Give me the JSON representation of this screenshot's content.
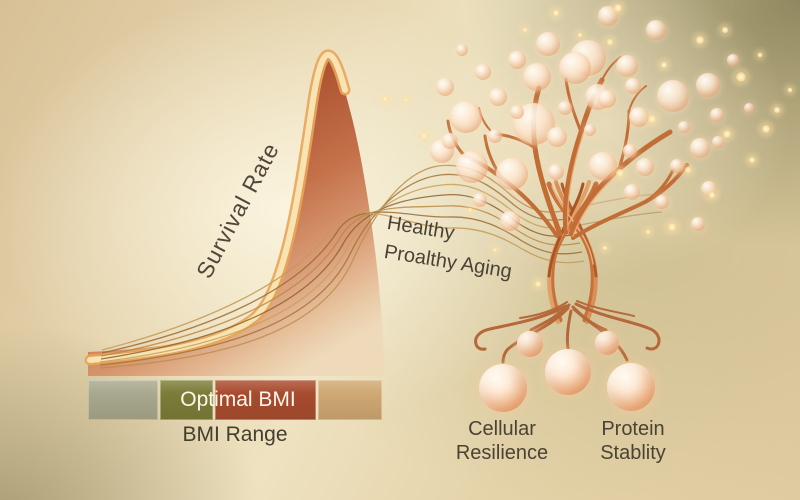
{
  "labels": {
    "survival_rate": "Survival Rate",
    "healthy": "Healthy",
    "proalthy_aging": "Proalthy Aging",
    "optimal_bmi": "Optimal BMI",
    "bmi_range": "BMI Range",
    "cellular_line1": "Cellular",
    "cellular_line2": "Resilience",
    "protein_line1": "Protein",
    "protein_line2": "Stablity"
  },
  "colors": {
    "curve_rust": "#9c4425",
    "curve_fade": "#eed8b8",
    "rim_cream": "#f8e4b2",
    "rim_orange": "#e9a458",
    "flow_gold": "#b98c4a",
    "branch_orange": "#c26d36",
    "optimal_text": "#fdf7ec",
    "label_dark": "#4a4335",
    "background_olive": "#8f8a5e",
    "background_cream": "#f2e8ca"
  },
  "bar_segments": [
    {
      "name": "segment-sage",
      "color": "#a8a88e",
      "width": 70
    },
    {
      "name": "segment-olive",
      "color": "#7a7c38",
      "width": 53
    },
    {
      "name": "segment-rust",
      "color": "#a84a2e",
      "width": 101
    },
    {
      "name": "segment-tan",
      "color": "#cfa873",
      "width": 64
    }
  ],
  "tree": {
    "bubbles": [
      [
        548,
        44,
        12
      ],
      [
        588,
        58,
        18
      ],
      [
        627,
        66,
        11
      ],
      [
        656,
        30,
        10
      ],
      [
        608,
        16,
        10
      ],
      [
        537,
        77,
        14
      ],
      [
        575,
        68,
        16
      ],
      [
        598,
        97,
        13
      ],
      [
        517,
        60,
        9
      ],
      [
        498,
        97,
        9
      ],
      [
        483,
        72,
        8
      ],
      [
        445,
        87,
        9
      ],
      [
        466,
        117,
        16
      ],
      [
        442,
        151,
        12
      ],
      [
        472,
        167,
        16
      ],
      [
        512,
        174,
        16
      ],
      [
        534,
        124,
        21
      ],
      [
        557,
        137,
        10
      ],
      [
        603,
        166,
        14
      ],
      [
        633,
        86,
        8
      ],
      [
        673,
        96,
        16
      ],
      [
        708,
        85,
        12
      ],
      [
        717,
        115,
        7
      ],
      [
        684,
        127,
        6
      ],
      [
        700,
        148,
        10
      ],
      [
        645,
        167,
        9
      ],
      [
        677,
        166,
        7
      ],
      [
        632,
        192,
        8
      ],
      [
        662,
        202,
        7
      ],
      [
        510,
        221,
        10
      ],
      [
        495,
        136,
        7
      ],
      [
        517,
        112,
        7
      ],
      [
        450,
        141,
        8
      ],
      [
        630,
        151,
        7
      ],
      [
        607,
        99,
        9
      ],
      [
        639,
        117,
        10
      ],
      [
        718,
        142,
        6
      ],
      [
        733,
        60,
        6
      ],
      [
        749,
        108,
        5
      ],
      [
        698,
        224,
        7
      ],
      [
        590,
        130,
        6
      ],
      [
        565,
        108,
        7
      ],
      [
        480,
        200,
        7
      ],
      [
        462,
        50,
        6
      ],
      [
        556,
        172,
        8
      ],
      [
        709,
        189,
        8
      ]
    ],
    "sparkles": [
      [
        618,
        8,
        5
      ],
      [
        556,
        13,
        4
      ],
      [
        610,
        42,
        4
      ],
      [
        700,
        40,
        5
      ],
      [
        741,
        77,
        6
      ],
      [
        652,
        119,
        5
      ],
      [
        766,
        129,
        5
      ],
      [
        688,
        170,
        4
      ],
      [
        620,
        173,
        5
      ],
      [
        672,
        227,
        5
      ],
      [
        538,
        284,
        4
      ],
      [
        664,
        65,
        4
      ],
      [
        725,
        30,
        4
      ],
      [
        752,
        160,
        4
      ],
      [
        777,
        110,
        4
      ],
      [
        424,
        136,
        4
      ],
      [
        385,
        99,
        4
      ],
      [
        406,
        100,
        3
      ],
      [
        470,
        210,
        3
      ],
      [
        495,
        250,
        3
      ],
      [
        605,
        248,
        3
      ],
      [
        760,
        55,
        3
      ],
      [
        790,
        90,
        3
      ],
      [
        712,
        195,
        4
      ],
      [
        648,
        232,
        3
      ],
      [
        580,
        35,
        3
      ],
      [
        525,
        30,
        3
      ],
      [
        727,
        134,
        5
      ]
    ],
    "root_spheres": [
      [
        503,
        388,
        24
      ],
      [
        530,
        344,
        13
      ],
      [
        568,
        372,
        23
      ],
      [
        607,
        343,
        12
      ],
      [
        631,
        387,
        24
      ]
    ]
  }
}
